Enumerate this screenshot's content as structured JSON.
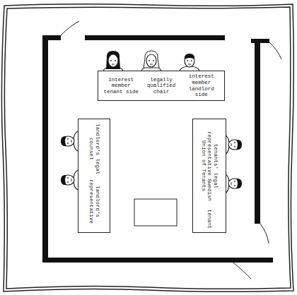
{
  "diagram": {
    "nodes": [
      {
        "text": [
          "interest member tenant side",
          "legally qualified chair",
          "interest member landlord side"
        ]
      },
      {
        "text": [
          "landlord's legal counsel",
          "landlord's representative"
        ]
      },
      {
        "text": [
          "tenants' legal representative Swedish Union of Tenants",
          "tenant"
        ]
      }
    ]
  }
}
